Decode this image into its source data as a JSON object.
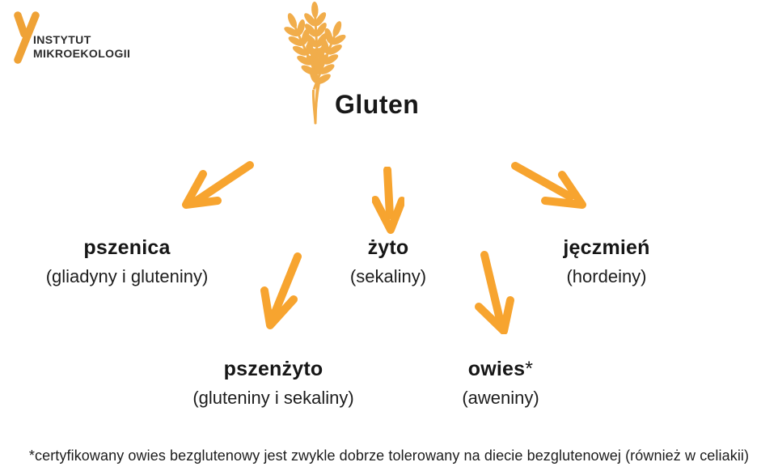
{
  "logo": {
    "line1": "INSTYTUT",
    "line2": "MIKROEKOLOGII"
  },
  "header": {
    "title": "Gluten"
  },
  "nodes": [
    {
      "id": "pszenica",
      "name": "pszenica",
      "proteins": "(gliadyny i gluteniny)"
    },
    {
      "id": "zyto",
      "name": "żyto",
      "proteins": "(sekaliny)"
    },
    {
      "id": "jeczmien",
      "name": "jęczmień",
      "proteins": "(hordeiny)"
    },
    {
      "id": "pszenzyto",
      "name": "pszenżyto",
      "proteins": "(gluteniny i sekaliny)"
    },
    {
      "id": "owies",
      "name": "owies",
      "note_marker": "*",
      "proteins": "(aweniny)"
    }
  ],
  "footnote": "*certyfikowany owies bezglutenowy jest zwykle dobrze tolerowany na diecie bezglutenowej (również w celiakii)",
  "colors": {
    "arrow_orange": "#F7A42F",
    "wheat_gold": "#F1AD4B",
    "logo_orange": "#EFA236",
    "text_dark": "#1E1E1E"
  },
  "icons": {
    "logo_mark": "y-logo-mark",
    "wheat": "wheat-icon"
  }
}
